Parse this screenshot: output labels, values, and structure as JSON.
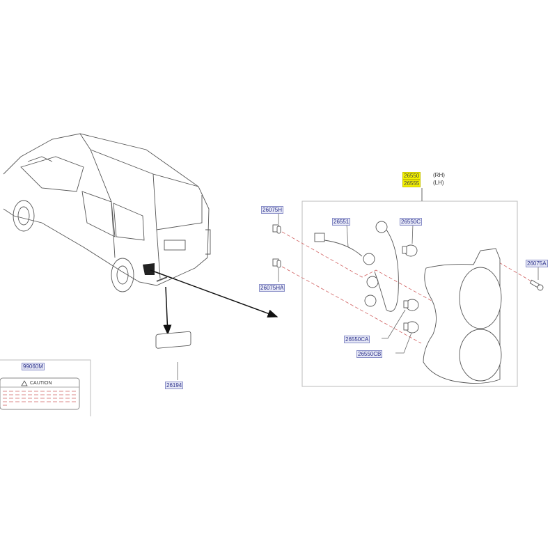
{
  "main_assembly": {
    "rh": "26550",
    "lh": "26555",
    "rh_side": "(RH)",
    "lh_side": "(LH)",
    "highlight_color": "#f4f200"
  },
  "parts": {
    "clip_upper": "26075H",
    "clip_lower": "26075HA",
    "harness": "26551",
    "bulb_top": "26550C",
    "bulb_mid": "26550CA",
    "bulb_bottom": "26550CB",
    "screw": "26075A",
    "reflector": "26194",
    "label": "99060M"
  },
  "caution_label": {
    "text": "CAUTION",
    "icon": "warning-triangle-icon"
  },
  "colors": {
    "part_label_text": "#2a2f8a",
    "part_label_bg": "#e6e8f6",
    "dashed_line": "#d06060"
  }
}
